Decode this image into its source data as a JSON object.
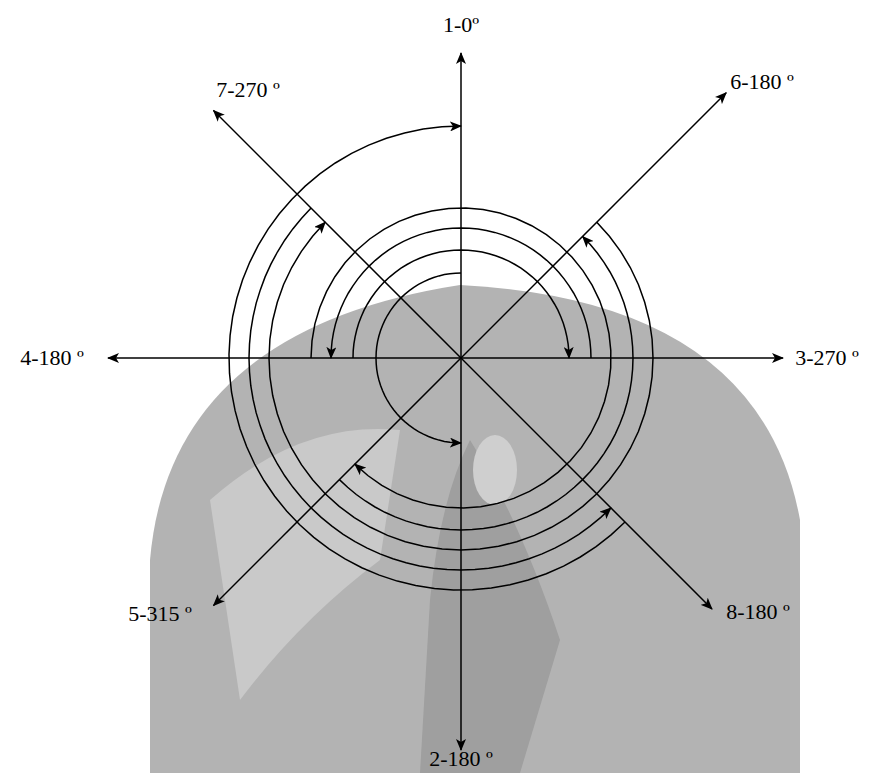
{
  "diagram": {
    "labels": [
      "1-0º",
      "2-180 º",
      "3-270 º",
      "4-180 º",
      "5-315 º",
      "6-180 º",
      "7-270 º",
      "8-180 º"
    ]
  }
}
